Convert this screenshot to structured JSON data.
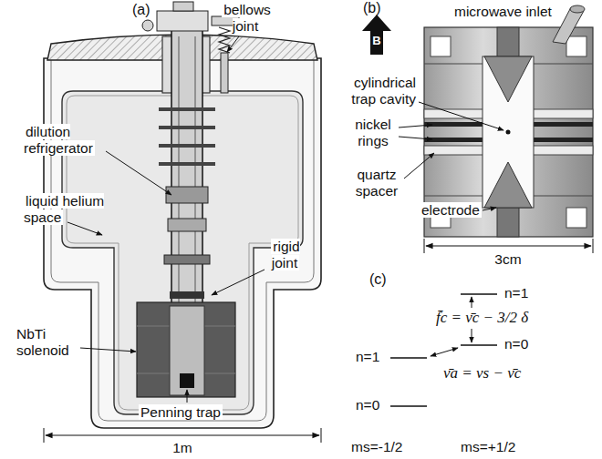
{
  "diagram": {
    "labels": [
      "(a)",
      "bellows joint",
      "(b)",
      "B",
      "microwave inlet",
      "cylindrical trap cavity",
      "dilution refrigerator",
      "nickel rings",
      "liquid helium space",
      "quartz spacer",
      "electrode",
      "rigid joint",
      "3cm",
      "(c)",
      "n=1",
      "f̄c = ν̄c − 3/2 δ",
      "n=0",
      "ν̄a = νs − ν̄c",
      "n=1",
      "NbTi solenoid",
      "n=0",
      "Penning trap",
      "ms=-1/2",
      "ms=+1/2",
      "1m"
    ]
  }
}
